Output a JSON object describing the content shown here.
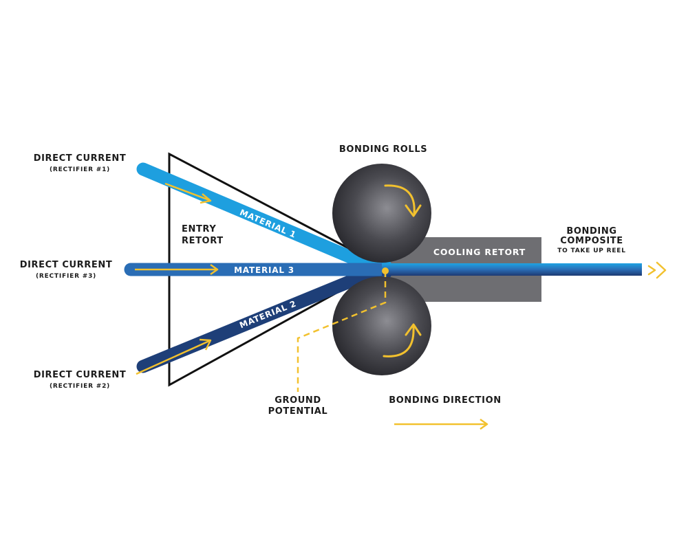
{
  "labels": {
    "dc1_title": "DIRECT CURRENT",
    "dc1_sub": "(RECTIFIER #1)",
    "dc3_title": "DIRECT CURRENT",
    "dc3_sub": "(RECTIFIER #3)",
    "dc2_title": "DIRECT CURRENT",
    "dc2_sub": "(RECTIFIER #2)",
    "entry_retort_1": "ENTRY",
    "entry_retort_2": "RETORT",
    "bonding_rolls": "BONDING ROLLS",
    "material_1": "MATERIAL 1",
    "material_2": "MATERIAL 2",
    "material_3": "MATERIAL 3",
    "cooling_retort": "COOLING RETORT",
    "composite_1": "BONDING",
    "composite_2": "COMPOSITE",
    "composite_3": "TO TAKE UP REEL",
    "ground_1": "GROUND",
    "ground_2": "POTENTIAL",
    "bonding_direction": "BONDING DIRECTION"
  },
  "colors": {
    "material_1": "#1e9fdf",
    "material_3": "#2a6db5",
    "material_2": "#1e3f78",
    "arrow": "#f2c12e",
    "cooling_retort": "#6e6e72",
    "roll_light": "#8a8a90",
    "roll_dark": "#2b2b30",
    "outline": "#111111"
  },
  "icons": {
    "current_arrow": "arrow-right-icon",
    "roll_rotation": "curved-arrow-icon",
    "output_arrow": "chevron-right-icon"
  }
}
